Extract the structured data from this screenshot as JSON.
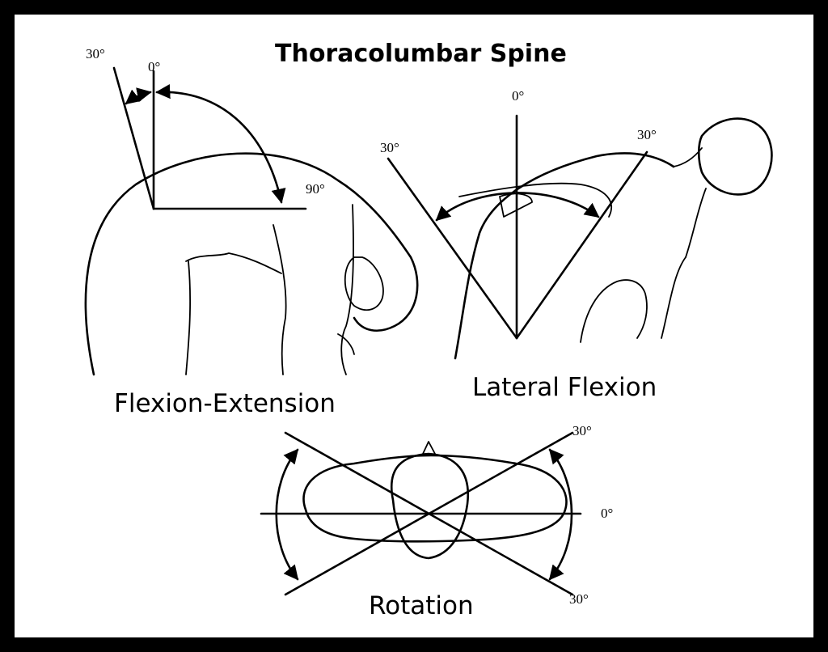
{
  "title": "Thoracolumbar Spine",
  "flexion_extension": {
    "caption": "Flexion-Extension",
    "labels": {
      "extension": "30°",
      "neutral": "0°",
      "flexion": "90°"
    }
  },
  "lateral_flexion": {
    "caption": "Lateral Flexion",
    "labels": {
      "neutral": "0°",
      "left": "30°",
      "right": "30°"
    }
  },
  "rotation": {
    "caption": "Rotation",
    "labels": {
      "top": "30°",
      "neutral": "0°",
      "bottom": "30°"
    }
  }
}
